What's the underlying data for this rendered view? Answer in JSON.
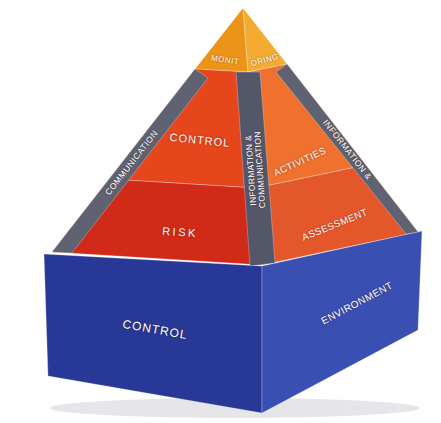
{
  "diagram": {
    "nodes": [
      {
        "text": [
          "MONIT",
          "ORING"
        ]
      },
      {
        "text": [
          "CONTROL",
          "ACTIVITIES"
        ]
      },
      {
        "text": [
          "RISK",
          "ASSESSMENT"
        ]
      },
      {
        "text": [
          "CONTROL",
          "ENVIRONMENT"
        ]
      },
      {
        "text": [
          "COMMUNICATION"
        ]
      },
      {
        "text": [
          "INFORMATION & COMMUNICATION"
        ]
      },
      {
        "text": [
          "INFORMATION &"
        ]
      }
    ]
  }
}
